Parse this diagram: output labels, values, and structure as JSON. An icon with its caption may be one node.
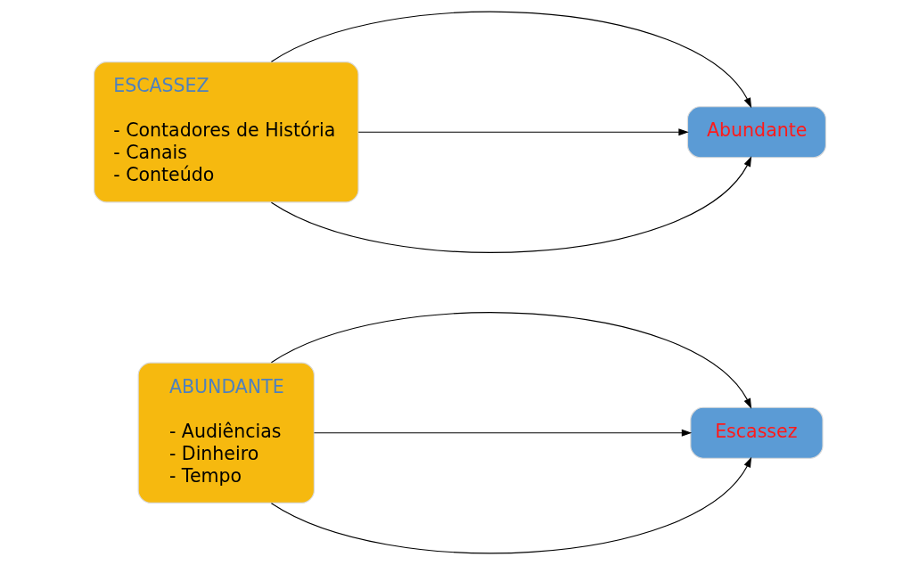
{
  "diagram": {
    "nodes": [
      {
        "text": [
          "ABUNDANTE",
          "- Audiências",
          "- Dinheiro",
          "- Tempo"
        ]
      },
      {
        "text": [
          "ESCASSEZ",
          "- Contadores de História",
          "- Canais",
          "- Conteúdo"
        ]
      },
      {
        "text": [
          "Abundante"
        ]
      },
      {
        "text": [
          "Escassez"
        ]
      }
    ],
    "edges": [
      {
        "from": 0,
        "to": 3,
        "arrow": "to"
      },
      {
        "from": 0,
        "to": 3,
        "arrow": "to"
      },
      {
        "from": 0,
        "to": 3,
        "arrow": "to"
      },
      {
        "from": 1,
        "to": 2,
        "arrow": "to"
      },
      {
        "from": 1,
        "to": 2,
        "arrow": "to"
      },
      {
        "from": 1,
        "to": 2,
        "arrow": "to"
      }
    ]
  }
}
